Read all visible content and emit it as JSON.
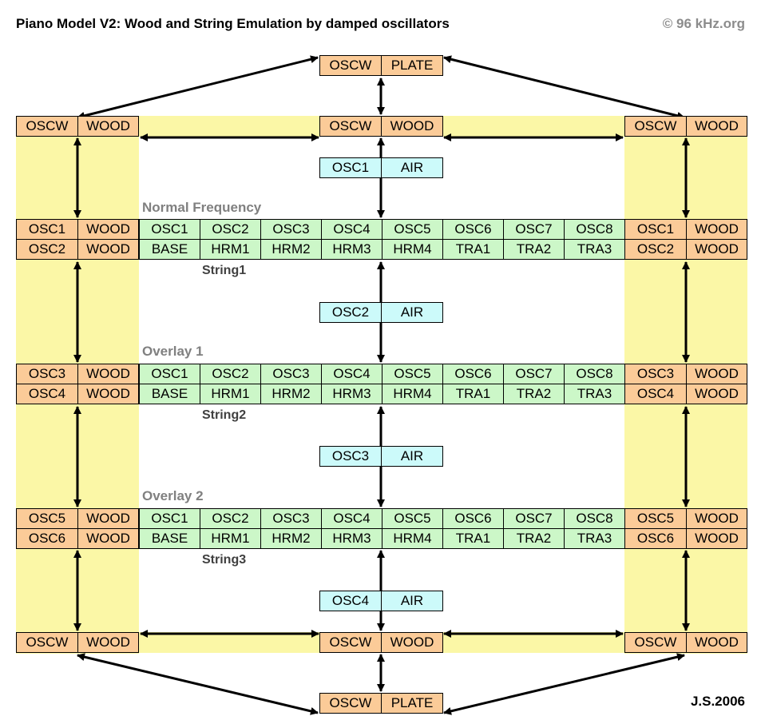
{
  "header": {
    "title": "Piano Model V2: Wood and String Emulation by damped oscillators",
    "copyright": "© 96 kHz.org",
    "credit": "J.S.2006"
  },
  "labels": {
    "oscw": "OSCW",
    "wood": "WOOD",
    "plate": "PLATE",
    "air": "AIR"
  },
  "air_osc": [
    "OSC1",
    "OSC2",
    "OSC3",
    "OSC4"
  ],
  "sections": [
    {
      "title": "Normal Frequency",
      "string": "String1",
      "side_top": "OSC1",
      "side_bottom": "OSC2",
      "top_row": [
        "OSC1",
        "OSC2",
        "OSC3",
        "OSC4",
        "OSC5",
        "OSC6",
        "OSC7",
        "OSC8"
      ],
      "bottom_row": [
        "BASE",
        "HRM1",
        "HRM2",
        "HRM3",
        "HRM4",
        "TRA1",
        "TRA2",
        "TRA3"
      ]
    },
    {
      "title": "Overlay 1",
      "string": "String2",
      "side_top": "OSC3",
      "side_bottom": "OSC4",
      "top_row": [
        "OSC1",
        "OSC2",
        "OSC3",
        "OSC4",
        "OSC5",
        "OSC6",
        "OSC7",
        "OSC8"
      ],
      "bottom_row": [
        "BASE",
        "HRM1",
        "HRM2",
        "HRM3",
        "HRM4",
        "TRA1",
        "TRA2",
        "TRA3"
      ]
    },
    {
      "title": "Overlay 2",
      "string": "String3",
      "side_top": "OSC5",
      "side_bottom": "OSC6",
      "top_row": [
        "OSC1",
        "OSC2",
        "OSC3",
        "OSC4",
        "OSC5",
        "OSC6",
        "OSC7",
        "OSC8"
      ],
      "bottom_row": [
        "BASE",
        "HRM1",
        "HRM2",
        "HRM3",
        "HRM4",
        "TRA1",
        "TRA2",
        "TRA3"
      ]
    }
  ],
  "colors": {
    "wood_cell": "#fbcb98",
    "string_cell": "#ccf7c8",
    "air_cell": "#ccfafa",
    "band": "#fbf7a6",
    "arrow": "#000000"
  }
}
